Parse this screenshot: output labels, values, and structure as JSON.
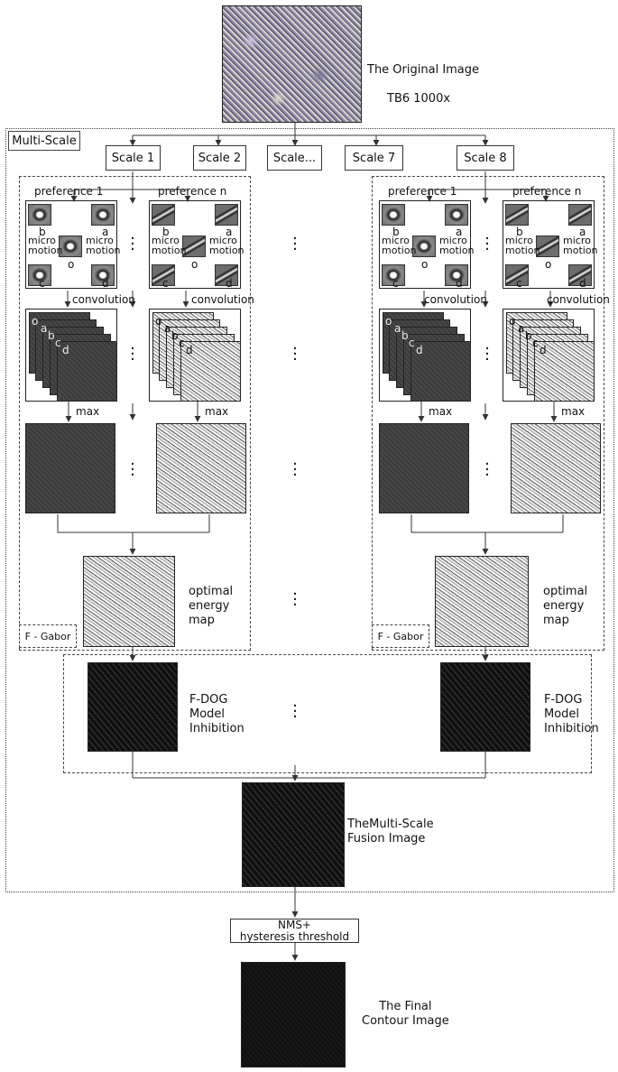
{
  "original": {
    "line1": "The Original Image",
    "line2": "TB6 1000x"
  },
  "multiscale_label": "Multi-Scale",
  "scales": [
    "Scale 1",
    "Scale 2",
    "Scale...",
    "Scale 7",
    "Scale 8"
  ],
  "group": {
    "preference_1": "preference 1",
    "preference_n": "preference n",
    "micro_motion": "micro\nmotion",
    "kernel_letters": {
      "o": "o",
      "a": "a",
      "b": "b",
      "c": "c",
      "d": "d"
    },
    "convolution": "convolution",
    "max": "max",
    "energy_caption": "optimal\nenergy\nmap",
    "fgabor": "F - Gabor"
  },
  "fdog_caption": "F-DOG\nModel\nInhibition",
  "fusion_caption": "TheMulti-Scale\nFusion Image",
  "nms_label": "NMS+\nhysteresis threshold",
  "final_caption": "The Final\nContour Image",
  "ellipsis": "·\n·\n·",
  "colors": {
    "line": "#333333",
    "frame": "#444444"
  }
}
